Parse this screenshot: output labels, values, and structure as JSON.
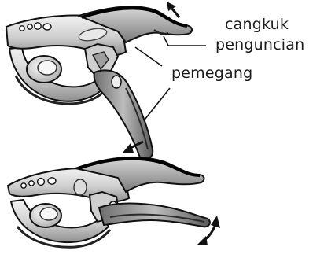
{
  "labels": {
    "locking_hook_line1": "cangkuk",
    "locking_hook_line2": "penguncian",
    "handle": "pemegang"
  },
  "colors": {
    "outline": "#111111",
    "metal_light": "#e6e6e6",
    "metal_mid": "#bdbdbd",
    "metal_dark": "#8a8a8a",
    "handle_light": "#9a9a9a",
    "handle_dark": "#555555"
  },
  "icons": [
    "opening-arrow-icon",
    "closing-arrow-icon",
    "rotate-arrow-icon"
  ]
}
